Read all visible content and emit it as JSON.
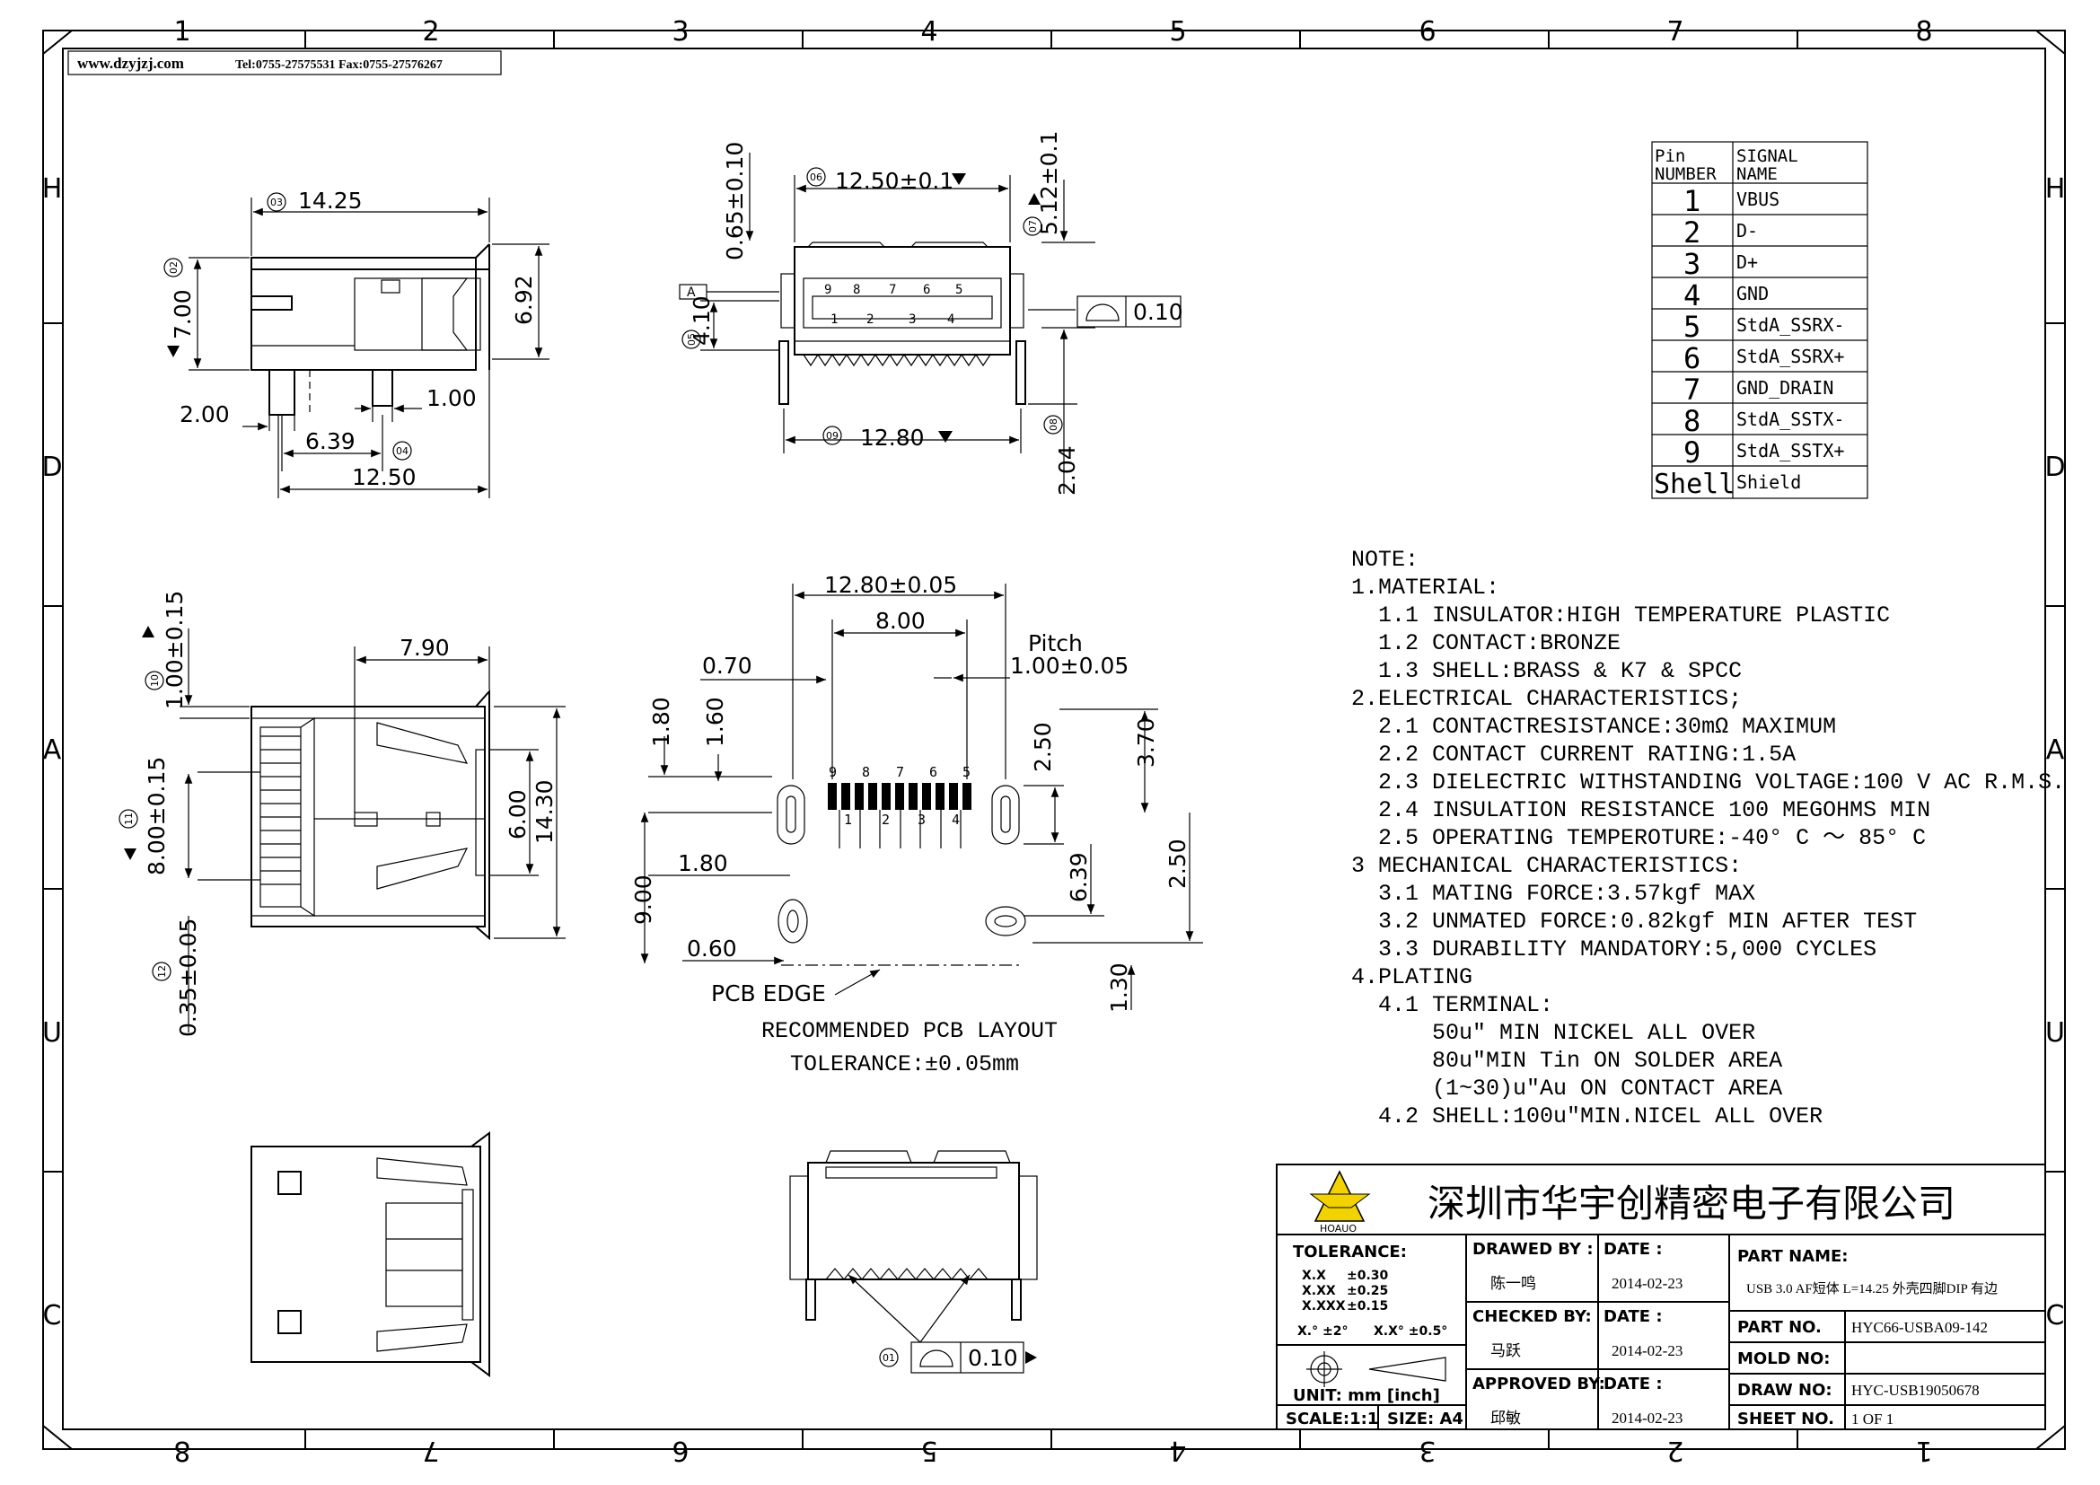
{
  "header": {
    "website": "www.dzyjzj.com",
    "contact": "Tel:0755-27575531 Fax:0755-27576267"
  },
  "grid": {
    "top": [
      "1",
      "2",
      "3",
      "4",
      "5",
      "6",
      "7",
      "8"
    ],
    "bottom": [
      "8",
      "7",
      "6",
      "5",
      "4",
      "3",
      "2",
      "1"
    ],
    "left": [
      "H",
      "D",
      "A",
      "U",
      "C"
    ],
    "right": [
      "H",
      "D",
      "A",
      "U",
      "C"
    ]
  },
  "top_view": {
    "d_width": "14.25",
    "d_width_tag": "03",
    "d_height": "7.00",
    "d_height_tag": "02",
    "d_right": "6.92",
    "d_left_pin": "2.00",
    "d_pin": "1.00",
    "d_pitch": "6.39",
    "d_pitch_tag": "04",
    "d_total": "12.50"
  },
  "front_view": {
    "d_top": "12.50±0.1",
    "d_top_tag": "06",
    "d_h1": "0.65±0.10",
    "d_h2": "5.12±0.1",
    "d_h2_tag": "07",
    "d_datum": "A",
    "d_side": "4.10",
    "d_side_tag": "05",
    "d_flat": "0.10",
    "d_bottom": "12.80",
    "d_bottom_tag": "09",
    "d_leg": "2.04",
    "d_leg_tag": "08",
    "pins_top": [
      "9",
      "8",
      "7",
      "6",
      "5"
    ],
    "pins_bot": [
      "1",
      "2",
      "3",
      "4"
    ]
  },
  "side_view": {
    "d_top": "7.90",
    "d_a": "1.00±0.15",
    "d_a_tag": "10",
    "d_b": "8.00±0.15",
    "d_b_tag": "11",
    "d_c": "0.35±0.05",
    "d_c_tag": "12",
    "d_inner": "6.00",
    "d_outer": "14.30"
  },
  "pcb": {
    "d_total": "12.80±0.05",
    "d_inner": "8.00",
    "pitch_label": "Pitch",
    "d_pitch": "1.00±0.05",
    "d_070": "0.70",
    "d_180a": "1.80",
    "d_160": "1.60",
    "d_250a": "2.50",
    "d_370": "3.70",
    "d_180b": "1.80",
    "d_639": "6.39",
    "d_250b": "2.50",
    "d_900": "9.00",
    "d_060": "0.60",
    "d_130": "1.30",
    "pcb_edge": "PCB EDGE",
    "title": "RECOMMENDED PCB LAYOUT",
    "tolerance": "TOLERANCE:±0.05mm",
    "pads": [
      "9",
      "8",
      "7",
      "6",
      "5"
    ],
    "pads_bot": [
      "1",
      "2",
      "3",
      "4"
    ]
  },
  "bottom_view": {
    "flat_tag": "01",
    "flat_value": "0.10"
  },
  "pin_table": {
    "head1": "Pin NUMBER",
    "head1a": "Pin",
    "head1b": "NUMBER",
    "head2a": "SIGNAL",
    "head2b": "NAME",
    "rows": [
      {
        "n": "1",
        "s": "VBUS"
      },
      {
        "n": "2",
        "s": "D-"
      },
      {
        "n": "3",
        "s": "D+"
      },
      {
        "n": "4",
        "s": "GND"
      },
      {
        "n": "5",
        "s": "StdA_SSRX-"
      },
      {
        "n": "6",
        "s": "StdA_SSRX+"
      },
      {
        "n": "7",
        "s": "GND_DRAIN"
      },
      {
        "n": "8",
        "s": "StdA_SSTX-"
      },
      {
        "n": "9",
        "s": "StdA_SSTX+"
      },
      {
        "n": "Shell",
        "s": "Shield"
      }
    ]
  },
  "notes": [
    "NOTE:",
    "1.MATERIAL:",
    "  1.1 INSULATOR:HIGH TEMPERATURE PLASTIC",
    "  1.2 CONTACT:BRONZE",
    "  1.3 SHELL:BRASS & K7 & SPCC",
    "2.ELECTRICAL CHARACTERISTICS;",
    "  2.1 CONTACTRESISTANCE:30mΩ MAXIMUM",
    "  2.2 CONTACT CURRENT RATING:1.5A",
    "  2.3 DIELECTRIC WITHSTANDING VOLTAGE:100 V AC R.M.S.",
    "  2.4 INSULATION RESISTANCE 100 MEGOHMS MIN",
    "  2.5 OPERATING TEMPEROTURE:-40° C ～ 85° C",
    "3 MECHANICAL CHARACTERISTICS:",
    "  3.1 MATING FORCE:3.57kgf MAX",
    "  3.2 UNMATED FORCE:0.82kgf MIN AFTER TEST",
    "  3.3 DURABILITY MANDATORY:5,000 CYCLES",
    "4.PLATING",
    "  4.1 TERMINAL:",
    "      50u\" MIN NICKEL ALL OVER",
    "      80u\"MIN Tin ON SOLDER AREA",
    "      (1~30)u\"Au ON CONTACT AREA",
    "  4.2 SHELL:100u\"MIN.NICEL ALL OVER"
  ],
  "title_block": {
    "logo_text": "HOAUO",
    "company": "深圳市华宇创精密电子有限公司",
    "tolerance_label": "TOLERANCE:",
    "tol_rows": [
      {
        "k": "X.X",
        "v": "±0.30"
      },
      {
        "k": "X.XX",
        "v": "±0.25"
      },
      {
        "k": "X.XXX",
        "v": "±0.15"
      }
    ],
    "angle_a": "X.° ±2°",
    "angle_b": "X.X° ±0.5°",
    "unit": "UNIT: mm [inch]",
    "scale": "SCALE:1:1",
    "size": "SIZE: A4",
    "drawn_by_label": "DRAWED BY :",
    "drawn_by": "陈一鸣",
    "checked_by_label": "CHECKED BY:",
    "checked_by": "马跃",
    "approved_by_label": "APPROVED BY:",
    "approved_by": "邱敏",
    "date_label": "DATE :",
    "date1": "2014-02-23",
    "date2": "2014-02-23",
    "date3": "2014-02-23",
    "part_name_label": "PART NAME:",
    "part_name": "USB 3.0 AF短体 L=14.25 外壳四脚DIP 有边",
    "part_no_label": "PART NO.",
    "part_no": "HYC66-USBA09-142",
    "mold_no_label": "MOLD NO:",
    "mold_no": "",
    "draw_no_label": "DRAW NO:",
    "draw_no": "HYC-USB19050678",
    "sheet_no_label": "SHEET NO.",
    "sheet_no": "1 OF 1"
  }
}
